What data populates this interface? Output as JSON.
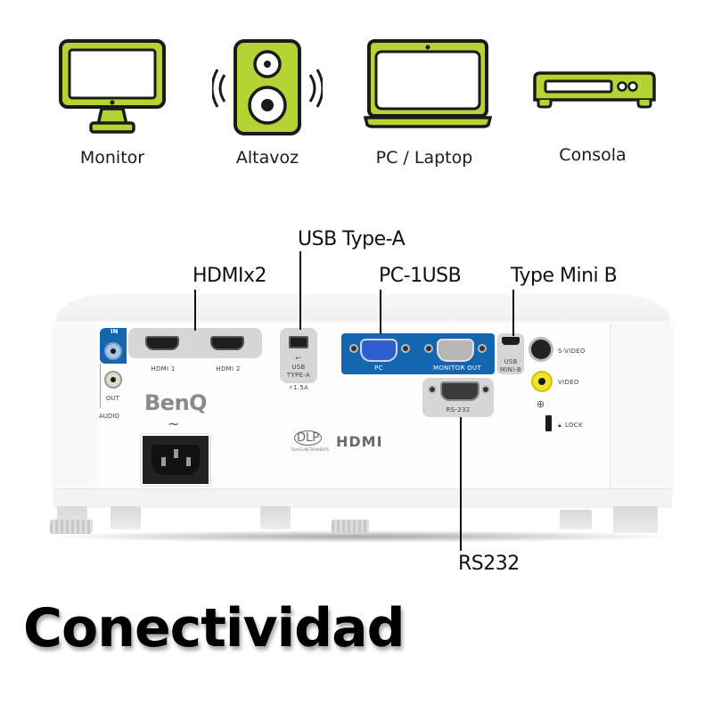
{
  "colors": {
    "icon_green": "#b5d335",
    "icon_outline": "#1a1a1a",
    "port_blue": "#1466b0",
    "text": "#111111"
  },
  "devices": [
    {
      "id": "monitor",
      "label": "Monitor",
      "icon": "monitor-icon"
    },
    {
      "id": "speaker",
      "label": "Altavoz",
      "icon": "speaker-icon"
    },
    {
      "id": "laptop",
      "label": "PC / Laptop",
      "icon": "laptop-icon"
    },
    {
      "id": "console",
      "label": "Consola",
      "icon": "console-icon"
    }
  ],
  "callouts": {
    "hdmi": "HDMIx2",
    "usb_a": "USB Type-A",
    "pc": "PC-1USB",
    "mini_b": "Type Mini B",
    "rs232": "RS232"
  },
  "projector": {
    "brand": "BenQ",
    "audio": {
      "in": "IN",
      "out": "OUT",
      "group": "AUDIO"
    },
    "hdmi_ports": [
      "HDMI 1",
      "HDMI 2"
    ],
    "usb_a": {
      "line1": "USB",
      "line2": "TYPE-A",
      "rating": "⚡1.5A"
    },
    "vga": {
      "pc": "PC",
      "monitor_out": "MONITOR OUT"
    },
    "usb_mini": {
      "line1": "USB",
      "line2": "MINI-B"
    },
    "rs232": "RS-232",
    "s_video": "S-VIDEO",
    "video": "VIDEO",
    "lock": "LOCK",
    "power_symbol": "~",
    "logos": {
      "dlp": "DLP",
      "dlp_sub": "TEXAS INSTRUMENTS",
      "hdmi": "HDMI"
    }
  },
  "title": "Conectividad"
}
